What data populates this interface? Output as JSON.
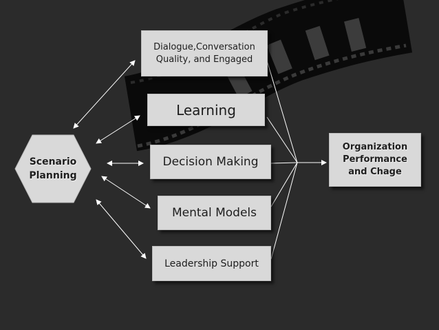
{
  "diagram": {
    "source": {
      "label": "Scenario Planning"
    },
    "factors": [
      {
        "label": "Dialogue,Conversation Quality, and Engaged"
      },
      {
        "label": "Learning"
      },
      {
        "label": "Decision Making"
      },
      {
        "label": "Mental Models"
      },
      {
        "label": "Leadership Support"
      }
    ],
    "target": {
      "label": "Organization Performance and Chage"
    }
  },
  "colors": {
    "background": "#2b2b2b",
    "box": "#d9d9d9",
    "arrows": "#ffffff",
    "film_strip": "#0a0a0a"
  }
}
